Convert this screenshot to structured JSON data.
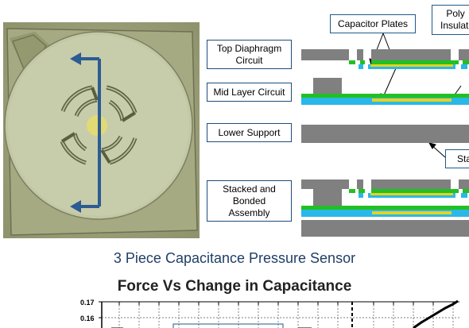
{
  "labels": {
    "capacitor_plates": "Capacitor Plates",
    "poly_insulation": "Poly\nInsulati",
    "top_diaphragm": "Top Diaphragm\nCircuit",
    "mid_layer": "Mid Layer Circuit",
    "lower_support": "Lower Support",
    "stacked": "Stacked and\nBonded\nAssembly",
    "sta": "Sta"
  },
  "main_title": "3 Piece Capacitance Pressure Sensor",
  "chart": {
    "title": "Force Vs Change in Capacitance",
    "y_ticks": [
      "0.17",
      "0.16"
    ]
  },
  "colors": {
    "layer_gray": "#808080",
    "conductor_green": "#22c022",
    "insulation_cyan": "#2ab8e8",
    "plate_yellow": "#e6d21e",
    "arrow_blue": "#2b5c92",
    "box_border": "#1e4d78"
  }
}
